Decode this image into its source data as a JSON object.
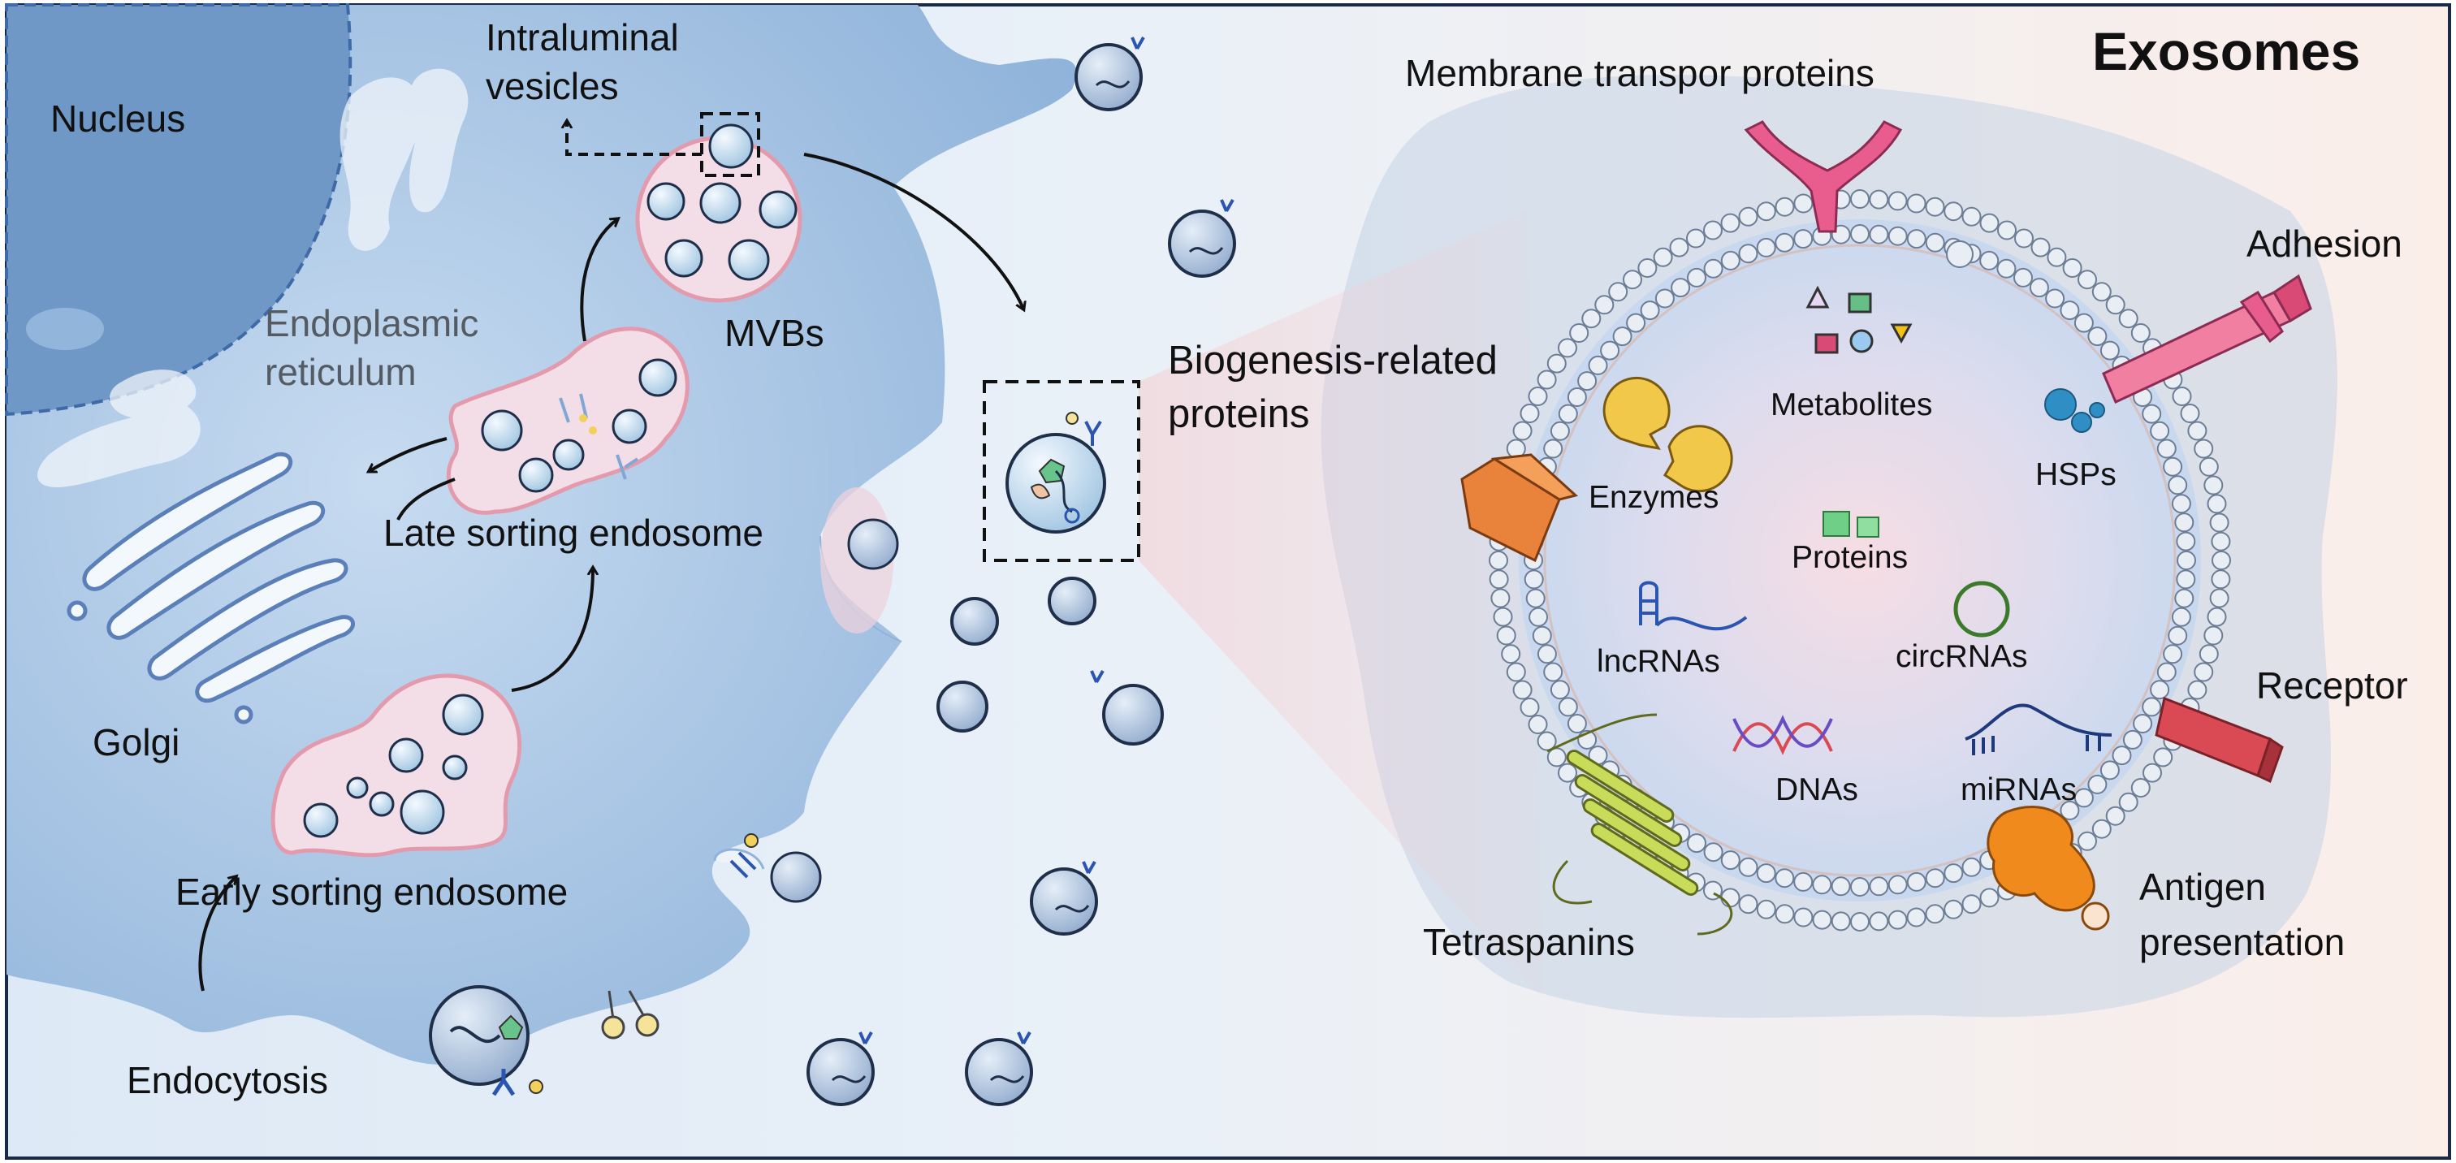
{
  "title": "Exosomes",
  "cell_labels": {
    "nucleus": "Nucleus",
    "intraluminal_line1": "Intraluminal",
    "intraluminal_line2": "vesicles",
    "er_line1": "Endoplasmic",
    "er_line2": "reticulum",
    "mvbs": "MVBs",
    "late_endosome": "Late sorting endosome",
    "golgi": "Golgi",
    "early_endosome": "Early sorting endosome",
    "endocytosis": "Endocytosis",
    "biogenesis_line1": "Biogenesis-related",
    "biogenesis_line2": "proteins"
  },
  "membrane_labels": {
    "transport": "Membrane transpor proteins",
    "adhesion": "Adhesion",
    "receptor": "Receptor",
    "antigen_line1": "Antigen",
    "antigen_line2": "presentation",
    "tetraspanins": "Tetraspanins"
  },
  "cargo_labels": {
    "metabolites": "Metabolites",
    "enzymes": "Enzymes",
    "hsps": "HSPs",
    "proteins": "Proteins",
    "lncrnas": "lncRNAs",
    "circrnas": "circRNAs",
    "dnas": "DNAs",
    "mirnas": "miRNAs"
  },
  "colors": {
    "cell_fill": "#9fbfe0",
    "nucleus_fill": "#6f98c6",
    "endosome_fill": "#f3dde6",
    "endosome_edge": "#e39aad",
    "membrane_protein_pink": "#e85d8e",
    "receptor_red": "#d94a55",
    "antigen_orange": "#f08a1c",
    "tetraspanin_green": "#c9dc5a"
  }
}
